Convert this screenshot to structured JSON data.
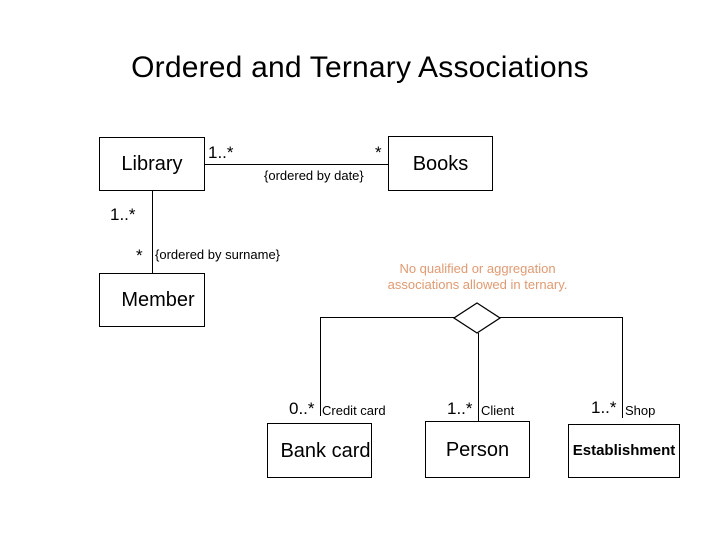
{
  "slide": {
    "title": "Ordered and Ternary Associations",
    "background": "#ffffff",
    "note_color": "#E09A72",
    "line_color": "#000000"
  },
  "classes": {
    "library": {
      "name": "Library"
    },
    "books": {
      "name": "Books"
    },
    "member": {
      "name": "Member"
    },
    "bank_card": {
      "name": "Bank card"
    },
    "person": {
      "name": "Person"
    },
    "establishment": {
      "name": "Establishment"
    }
  },
  "associations": {
    "library_books": {
      "multiplicity_source": "1..*",
      "multiplicity_target": "*",
      "constraint": "{ordered by date}"
    },
    "library_member": {
      "multiplicity_source": "1..*",
      "multiplicity_target": "*",
      "constraint": "{ordered by surname}"
    },
    "ternary": {
      "note": "No qualified or aggregation\nassociations allowed in ternary.",
      "ends": [
        {
          "multiplicity": "0..*",
          "role": "Credit card",
          "class": "Bank card"
        },
        {
          "multiplicity": "1..*",
          "role": "Client",
          "class": "Person"
        },
        {
          "multiplicity": "1..*",
          "role": "Shop",
          "class": "Establishment"
        }
      ]
    }
  }
}
